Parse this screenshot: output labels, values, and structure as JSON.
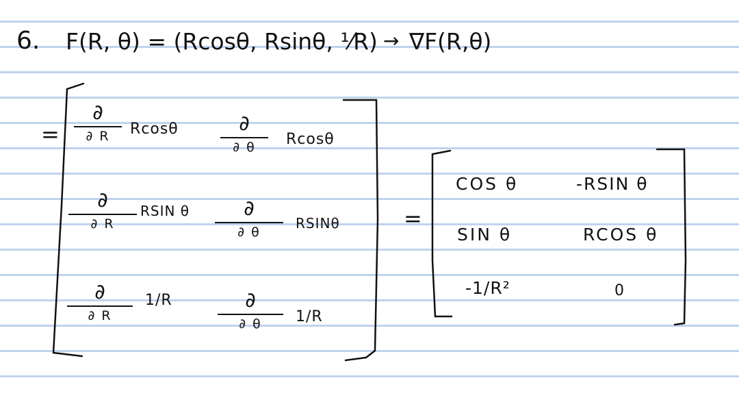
{
  "heading": {
    "problem_number": "6.",
    "function_def": "F(R, θ) = (Rcosθ, Rsinθ, ⅟R)",
    "arrow": "→",
    "target": "∇F(R,θ)"
  },
  "equals_sign": "=",
  "partial_matrix": {
    "rows": [
      {
        "col1": {
          "numerator": "∂",
          "denominator": "∂ R",
          "expr": "Rcosθ"
        },
        "col2": {
          "numerator": "∂",
          "denominator": "∂ θ",
          "expr": "Rcosθ"
        }
      },
      {
        "col1": {
          "numerator": "∂",
          "denominator": "∂ R",
          "expr": "RSIN θ"
        },
        "col2": {
          "numerator": "∂",
          "denominator": "∂ θ",
          "expr": "RSINθ"
        }
      },
      {
        "col1": {
          "numerator": "∂",
          "denominator": "∂ R",
          "expr": "1/R"
        },
        "col2": {
          "numerator": "∂",
          "denominator": "∂ θ",
          "expr": "1/R"
        }
      }
    ]
  },
  "result_matrix": {
    "rows": [
      [
        "COS θ",
        "-RSIN θ"
      ],
      [
        "SIN θ",
        "RCOS θ"
      ],
      [
        "-1/R²",
        "0"
      ]
    ]
  }
}
